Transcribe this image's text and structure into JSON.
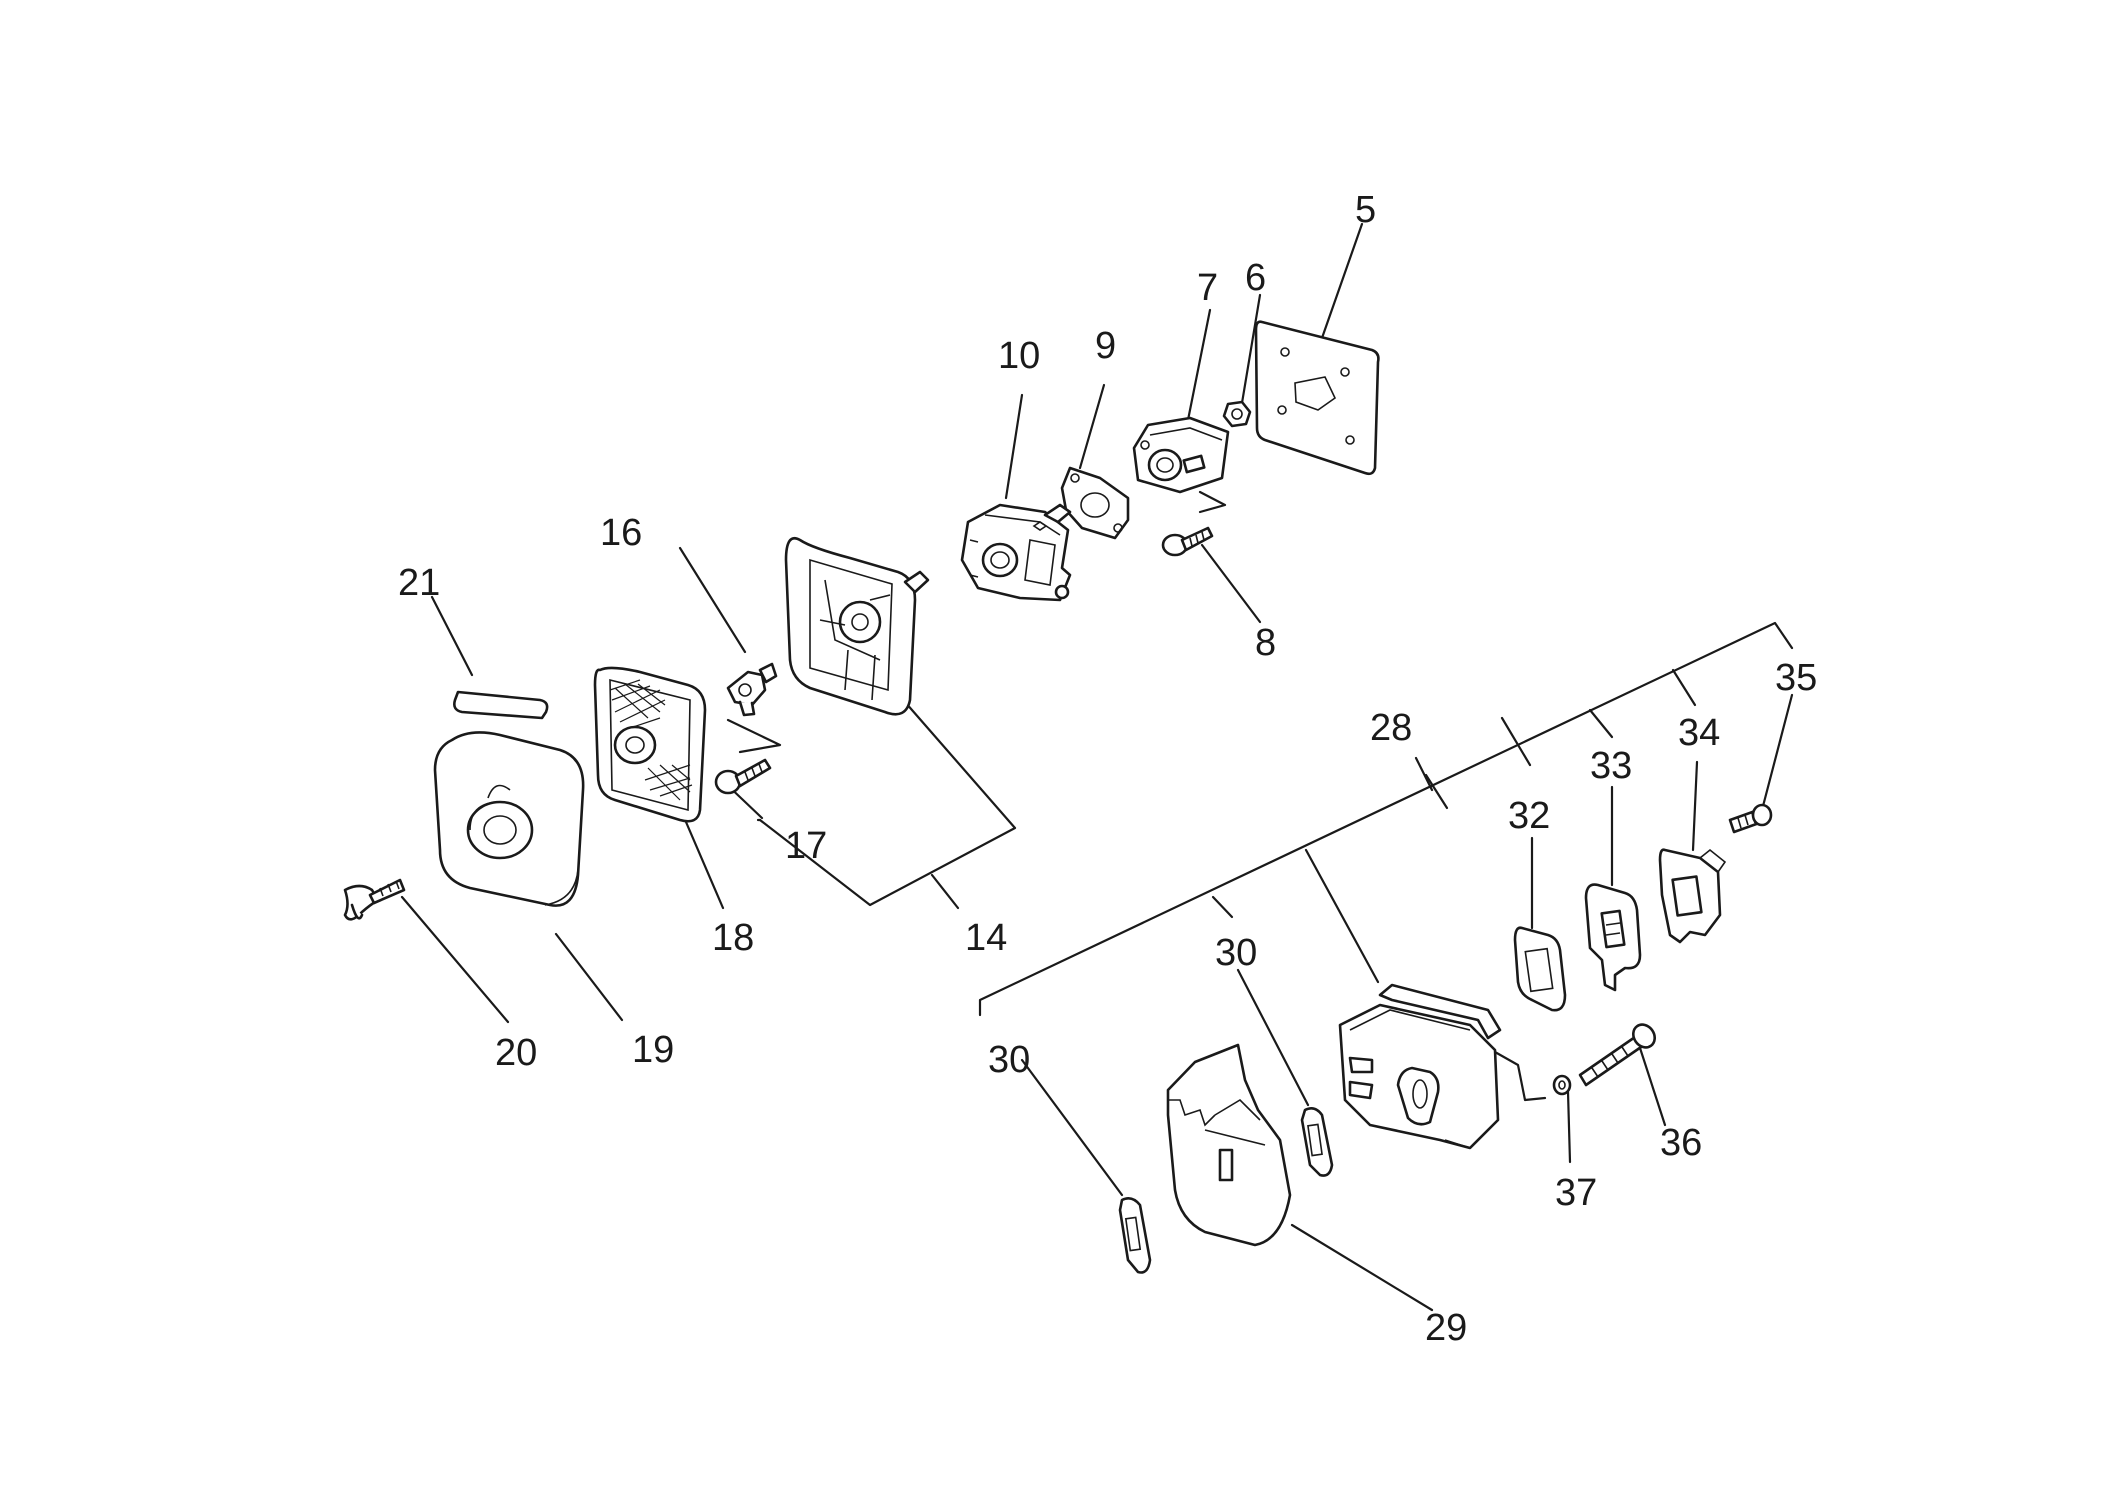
{
  "callouts": {
    "c5": "5",
    "c6": "6",
    "c7": "7",
    "c8": "8",
    "c9": "9",
    "c10": "10",
    "c14": "14",
    "c16": "16",
    "c17": "17",
    "c18": "18",
    "c19": "19",
    "c20": "20",
    "c21": "21",
    "c28": "28",
    "c29": "29",
    "c30a": "30",
    "c30b": "30",
    "c32": "32",
    "c33": "33",
    "c34": "34",
    "c35": "35",
    "c36": "36",
    "c37": "37"
  }
}
